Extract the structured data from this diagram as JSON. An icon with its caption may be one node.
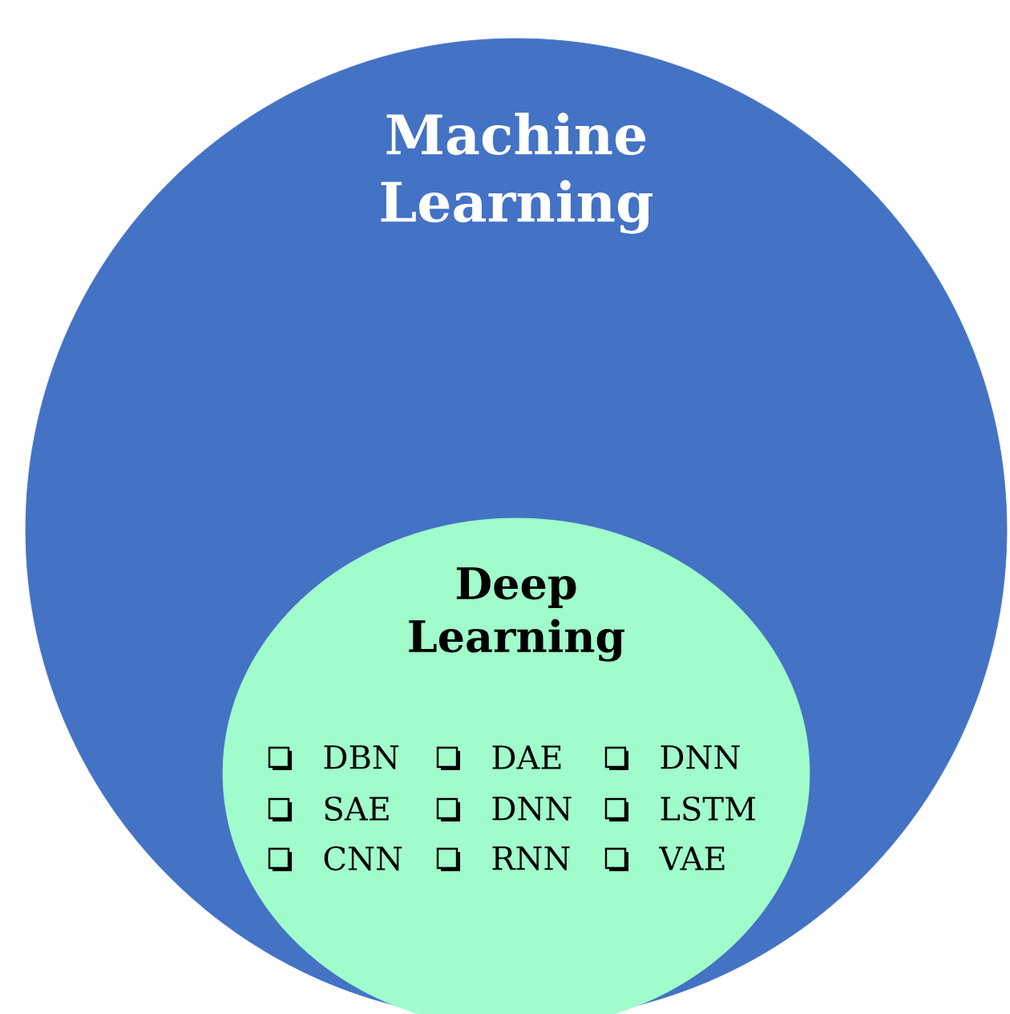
{
  "diagram": {
    "nodes": [
      {
        "text": [
          "Machine Learning"
        ]
      },
      {
        "text": [
          "Deep Learning",
          "DBN",
          "DAE",
          "DNN",
          "SAE",
          "DNN",
          "LSTM",
          "CNN",
          "RNN",
          "VAE"
        ],
        "in": 0
      }
    ]
  }
}
